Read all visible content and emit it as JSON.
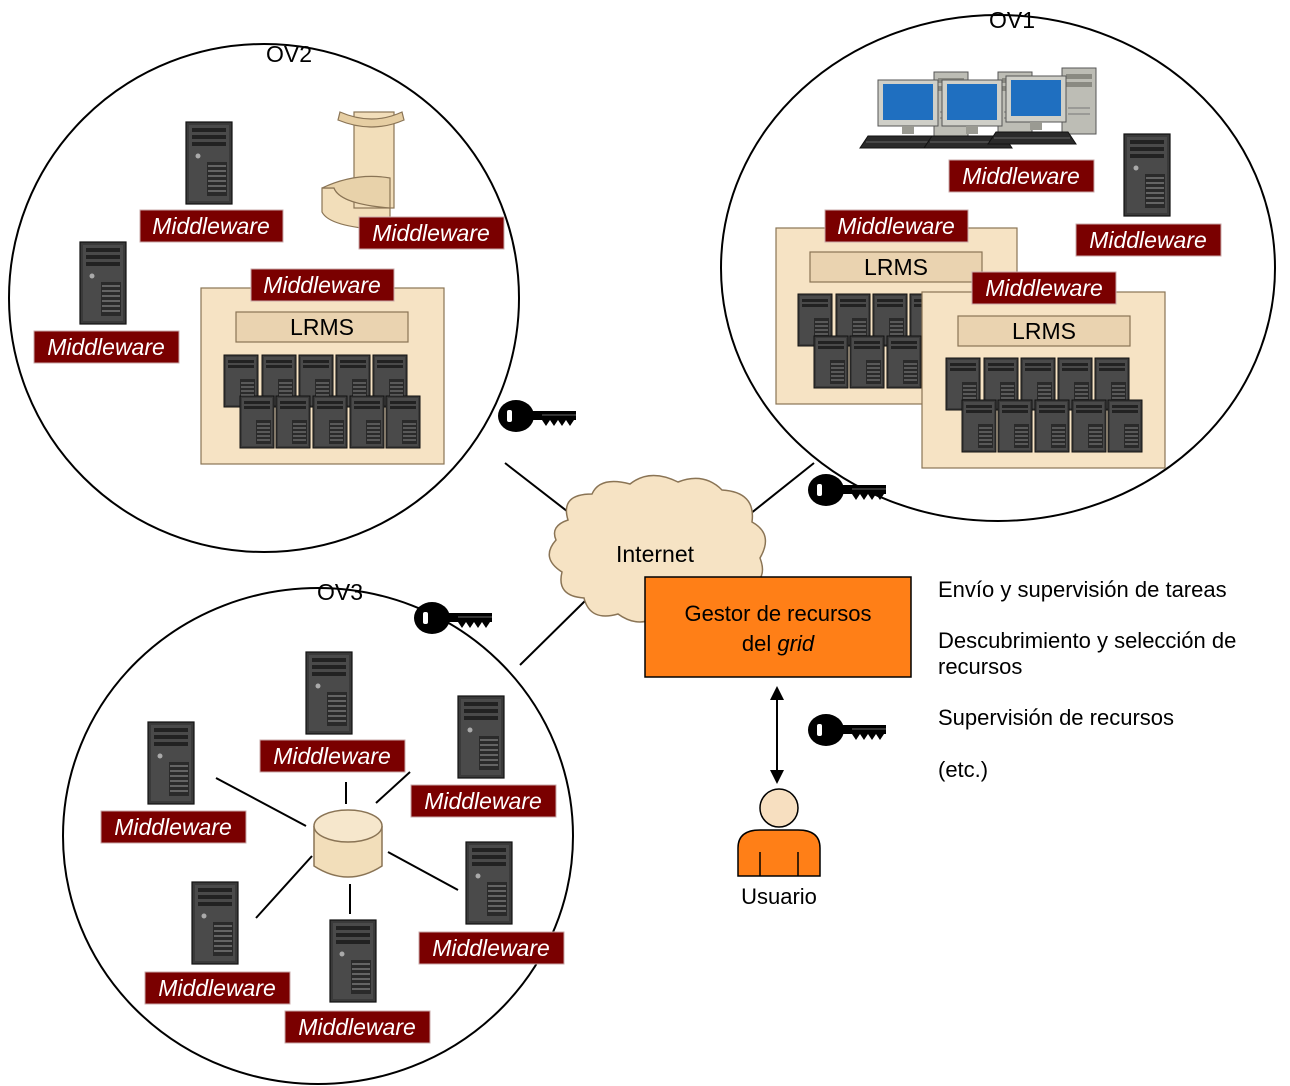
{
  "labels": {
    "ov1": "OV1",
    "ov2": "OV2",
    "ov3": "OV3",
    "internet": "Internet",
    "middleware": "Middleware",
    "lrms": "LRMS",
    "gestor_line1": "Gestor de recursos",
    "gestor_line2_prefix": "del ",
    "gestor_line2_italic": "grid",
    "usuario": "Usuario"
  },
  "functions": [
    "Envío y supervisión de tareas",
    "Descubrimiento y selección de recursos",
    "Supervisión de recursos",
    "(etc.)"
  ],
  "colors": {
    "middleware_bg": "#7a0000",
    "cluster_bg": "#f6e3c4",
    "lrms_bg": "#ead3b0",
    "gestor_bg": "#ff7f17",
    "user_fill": "#ff7f17",
    "user_head": "#f7dfc0",
    "internet_cloud": "#f6e3c4"
  },
  "icons": [
    "server-tower-icon",
    "workstation-icon",
    "supercomputer-icon",
    "database-icon",
    "key-icon",
    "cloud-icon",
    "user-icon"
  ]
}
